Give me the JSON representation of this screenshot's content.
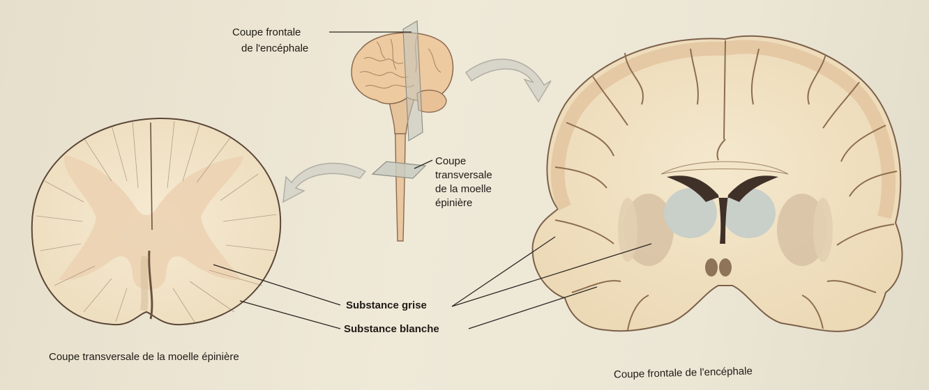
{
  "labels": {
    "frontal_cut_line1": "Coupe frontale",
    "frontal_cut_line2": "de l'encéphale",
    "transverse_cut_line1": "Coupe",
    "transverse_cut_line2": "transversale",
    "transverse_cut_line3": "de la moelle",
    "transverse_cut_line4": "épinière",
    "grey_matter": "Substance grise",
    "white_matter": "Substance blanche",
    "caption_spinal": "Coupe transversale de la moelle épinière",
    "caption_brain": "Coupe frontale de l'encéphale"
  },
  "colors": {
    "white_matter": "#f3e6c9",
    "grey_matter": "#ead1b1",
    "cortex": "#e5c9a3",
    "brain_outline": "#8c6d4e",
    "ventricle": "#3f3028",
    "thalamus": "#c9cfc9",
    "plane": "#c9cbc2",
    "arrow": "#d6d3c8"
  }
}
